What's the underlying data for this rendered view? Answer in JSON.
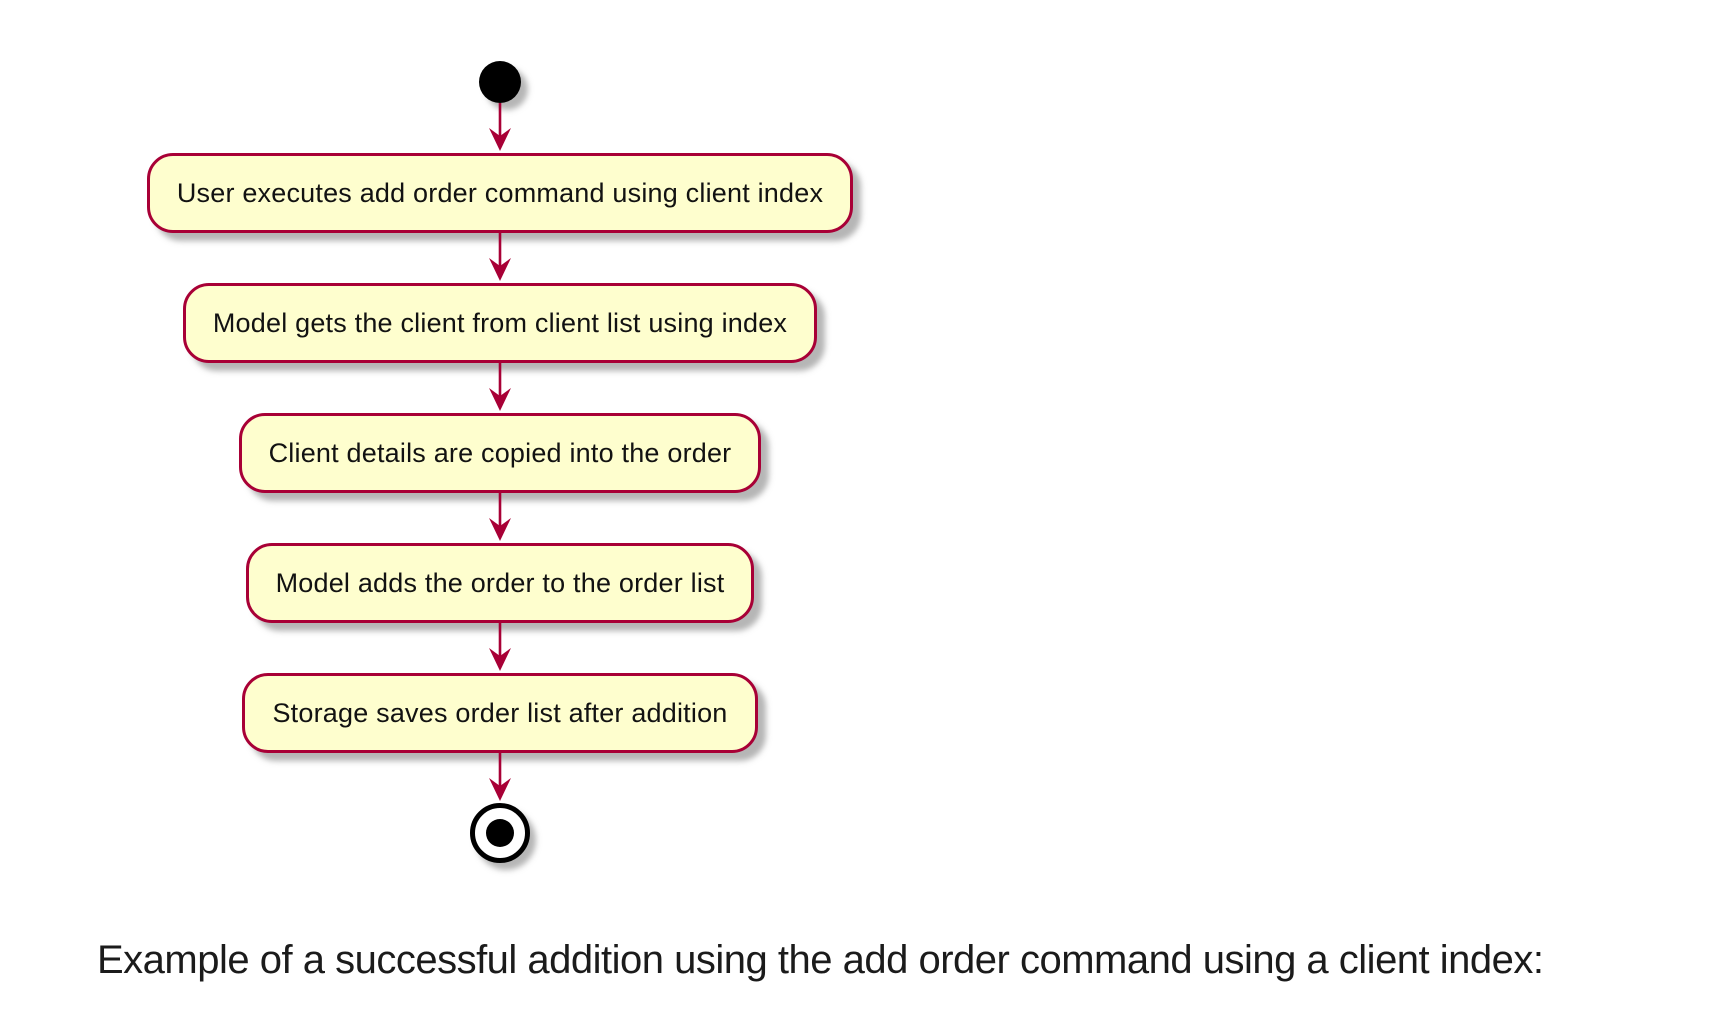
{
  "diagram": {
    "type": "activity-flowchart",
    "start_node": "initial-state",
    "end_node": "final-state",
    "steps": [
      {
        "label": "User executes add order command using client index"
      },
      {
        "label": "Model gets the client from client list using index"
      },
      {
        "label": "Client details are copied into the order"
      },
      {
        "label": "Model adds the order to the order list"
      },
      {
        "label": "Storage saves order list after addition"
      }
    ],
    "colors": {
      "activity_fill": "#FEFECE",
      "activity_border": "#A80036",
      "arrow": "#A80036",
      "node": "#000000"
    }
  },
  "caption": {
    "text": "Example of a successful addition using the add order command using a client index:"
  }
}
